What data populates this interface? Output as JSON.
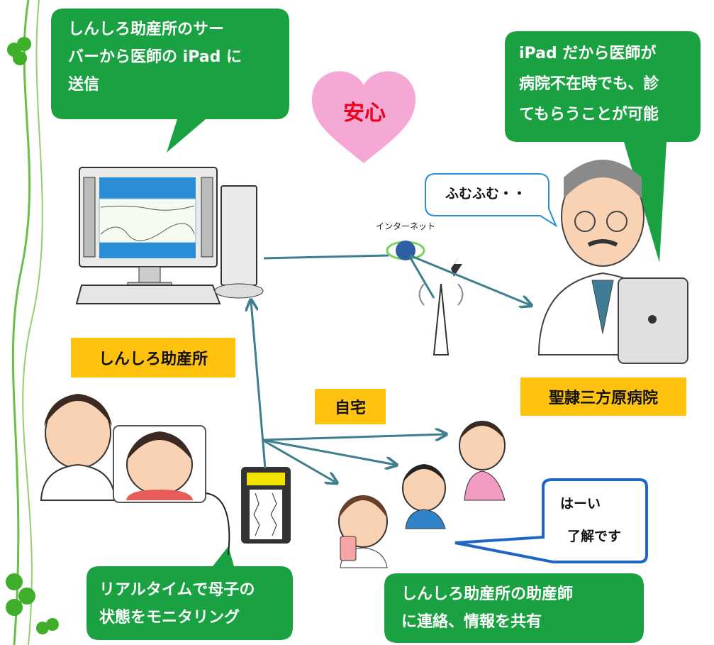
{
  "bubbles": {
    "server": "しんしろ助産所のサー\nバーから医師の iPad に\n送信",
    "ipad": "iPad だから医師が\n病院不在時でも、診\nてもらうことが可能",
    "realtime": "リアルタイムで母子の\n状態をモニタリング",
    "share": "しんしろ助産所の助産師\nに連絡、情報を共有"
  },
  "speech": {
    "doctor": "ふむふむ・・",
    "family_line1": "はーい",
    "family_line2": "了解です"
  },
  "heart": {
    "text": "安心"
  },
  "labels": {
    "clinic": "しんしろ助産所",
    "home": "自宅",
    "hospital": "聖隷三方原病院"
  },
  "internet": {
    "text": "インターネット"
  },
  "colors": {
    "bubble_green": "#1aa142",
    "label_yellow": "#ffc20e",
    "arrow_teal": "#3d7f8f",
    "heart_pink": "#f5a8d4",
    "heart_text": "#e8001c",
    "speech_border_blue": "#1f66c4"
  }
}
